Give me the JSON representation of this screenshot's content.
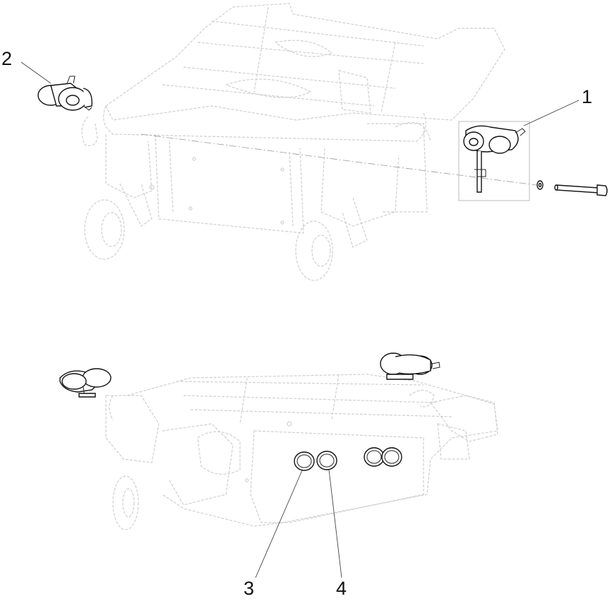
{
  "callouts": [
    {
      "id": "1",
      "label": "1"
    },
    {
      "id": "2",
      "label": "2"
    },
    {
      "id": "3",
      "label": "3"
    },
    {
      "id": "4",
      "label": "4"
    }
  ],
  "colors": {
    "ink": "#111111",
    "ghost": "#cfcfcf",
    "background": "#ffffff"
  }
}
